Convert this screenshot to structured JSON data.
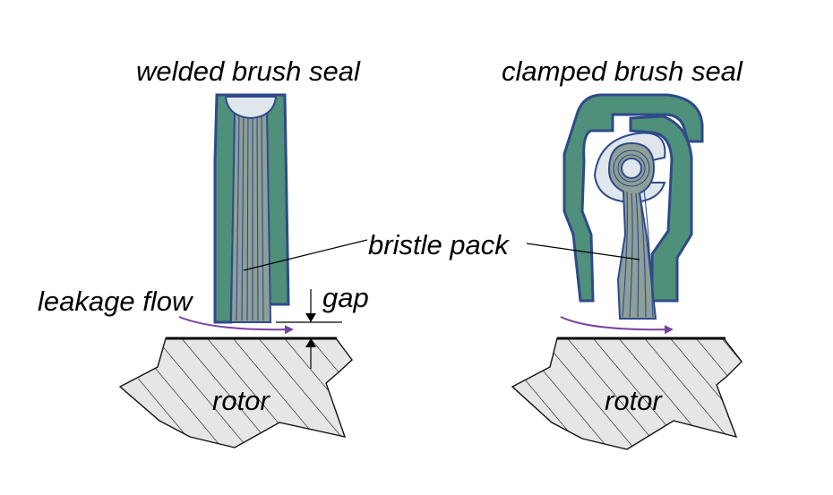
{
  "diagram": {
    "left_title": "welded brush seal",
    "right_title": "clamped brush seal",
    "bristle_label": "bristle pack",
    "leakage_label": "leakage flow",
    "gap_label": "gap",
    "rotor_label_left": "rotor",
    "rotor_label_right": "rotor"
  },
  "colors": {
    "housing_fill": "#4e9079",
    "housing_stroke": "#2f4a8a",
    "bristle_fill": "#8e9f97",
    "bristle_line": "#2f4a8a",
    "weld_fill": "#dfe6ec",
    "rotor_fill": "#e6e6e6",
    "flow_arrow": "#7b3fa0"
  }
}
